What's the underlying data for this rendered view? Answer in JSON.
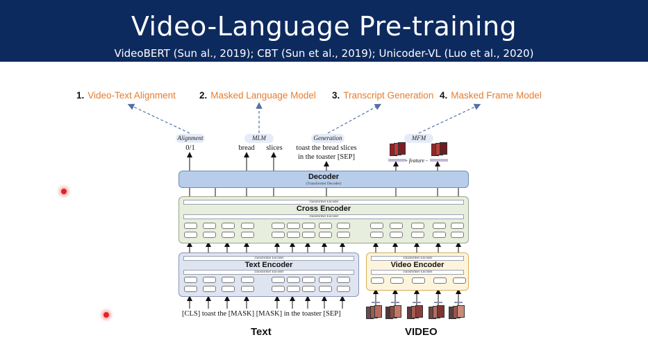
{
  "header": {
    "title": "Video-Language Pre-training",
    "subtitle": "VideoBERT (Sun al., 2019); CBT (Sun et al., 2019); Unicoder-VL (Luo et al., 2020)"
  },
  "tasks": [
    {
      "num": "1.",
      "name": "Video-Text Alignment"
    },
    {
      "num": "2.",
      "name": "Masked Language Model"
    },
    {
      "num": "3.",
      "name": "Transcript Generation"
    },
    {
      "num": "4.",
      "name": "Masked Frame Model"
    }
  ],
  "heads": {
    "alignment": {
      "label": "Alignment",
      "output": "0/1"
    },
    "mlm": {
      "label": "MLM",
      "output_1": "bread",
      "output_2": "slices"
    },
    "generation": {
      "label": "Generation",
      "output_line1": "toast the bread slices",
      "output_line2": "in the toaster [SEP]"
    },
    "mfm": {
      "label": "MFM",
      "feature": "- feature -"
    }
  },
  "decoder": {
    "title": "Decoder",
    "sub": "(Transformer Decoder)"
  },
  "cross_encoder": {
    "title": "Cross Encoder",
    "sub": "Transformer Encoder"
  },
  "text_encoder": {
    "title": "Text Encoder",
    "sub": "Transformer Encoder"
  },
  "video_encoder": {
    "title": "Video Encoder",
    "sub": "Transformer Encoder"
  },
  "input_text": "[CLS] toast the [MASK] [MASK] in the toaster [SEP]",
  "labels": {
    "text": "Text",
    "video": "VIDEO"
  },
  "colors": {
    "header_bg": "#0d2a5e",
    "task_text": "#e57c2e",
    "decoder": "#b7cde9",
    "cross": "#e8eedd",
    "text_enc": "#dfe4f1",
    "video_enc": "#fdf4dc"
  }
}
